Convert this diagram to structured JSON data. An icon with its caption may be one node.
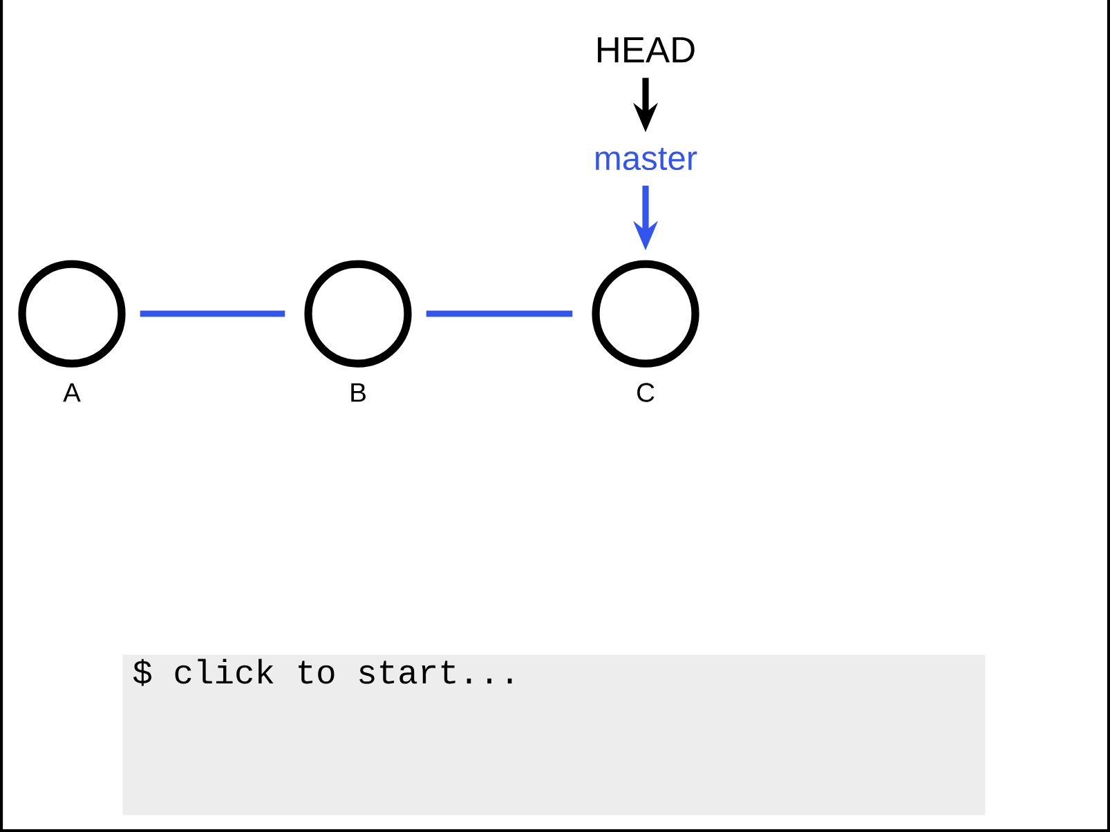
{
  "diagram": {
    "nodes": [
      {
        "text": [],
        "shape": "circle",
        "beside": [
          "A"
        ]
      },
      {
        "text": [],
        "shape": "circle",
        "beside": [
          "B"
        ]
      },
      {
        "text": [],
        "shape": "circle",
        "beside": [
          "C"
        ]
      },
      {
        "text": [
          "HEAD"
        ]
      },
      {
        "text": [
          "master"
        ]
      },
      {
        "text": [
          "$ click to start..."
        ]
      }
    ],
    "edges": [
      {
        "from": 0,
        "to": 1,
        "arrow": "none"
      },
      {
        "from": 1,
        "to": 2,
        "arrow": "none"
      },
      {
        "from": 3,
        "to": 4,
        "arrow": "to",
        "color": "#000000"
      },
      {
        "from": 4,
        "to": 2,
        "arrow": "to"
      }
    ]
  }
}
